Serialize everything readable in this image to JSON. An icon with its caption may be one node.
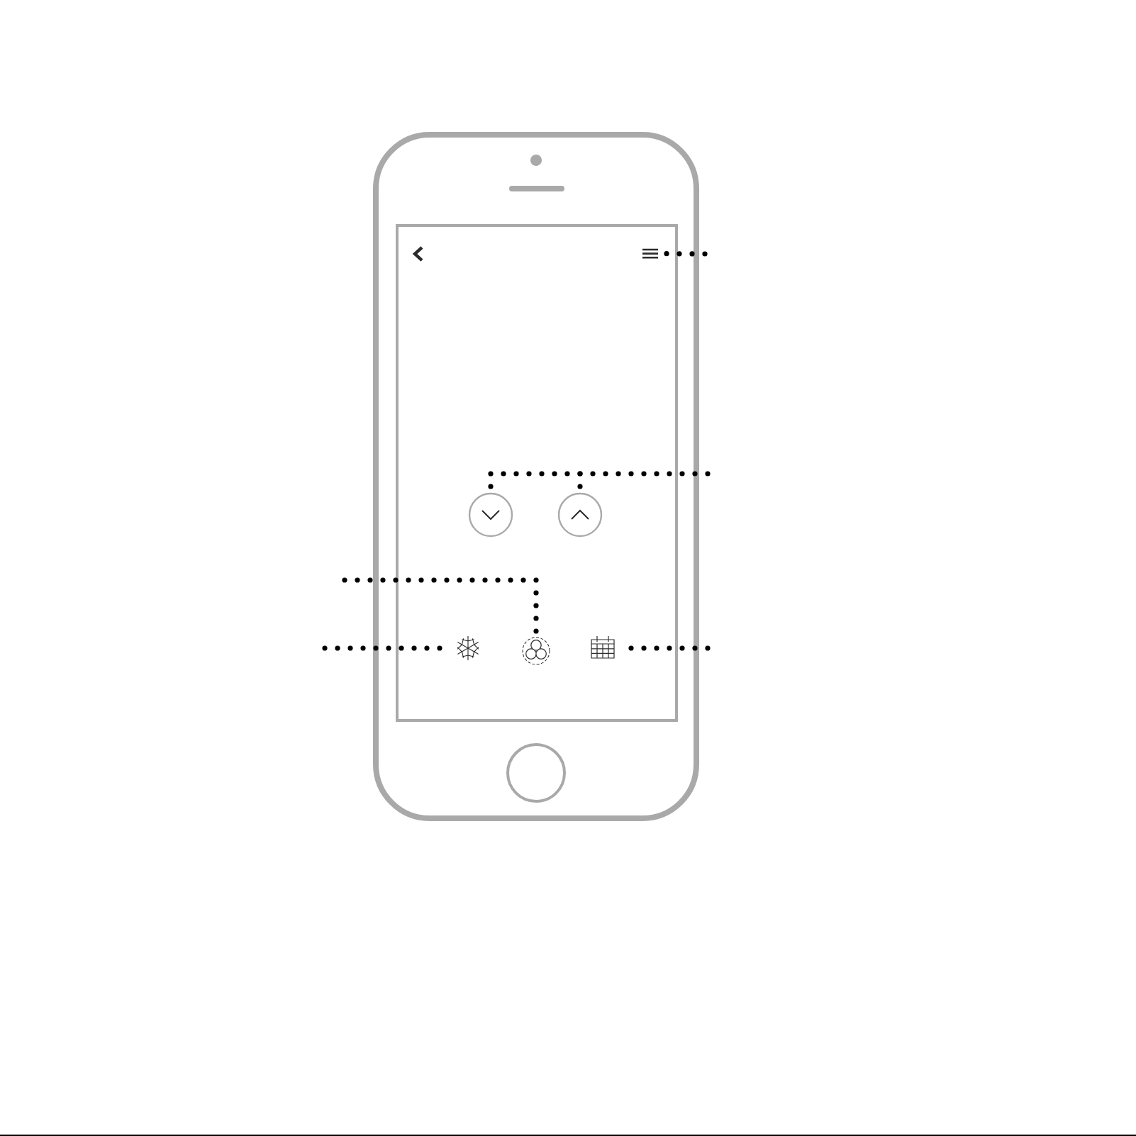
{
  "diagram": {
    "nodes": [
      {
        "text": [],
        "shape": "picture"
      },
      {
        "text": [],
        "shape": "circle"
      },
      {
        "text": [],
        "shape": "circle"
      },
      {
        "text": [],
        "shape": "picture"
      },
      {
        "text": [],
        "shape": "picture"
      },
      {
        "text": [],
        "shape": "picture"
      }
    ],
    "edges": [
      {
        "from": null,
        "to": 0,
        "arrow": "none"
      },
      {
        "from": null,
        "to": 1,
        "arrow": "none"
      },
      {
        "from": null,
        "to": 2,
        "arrow": "none"
      },
      {
        "from": null,
        "to": 4,
        "arrow": "none"
      },
      {
        "from": null,
        "to": 3,
        "arrow": "none"
      },
      {
        "from": null,
        "to": 5,
        "arrow": "none"
      }
    ]
  }
}
